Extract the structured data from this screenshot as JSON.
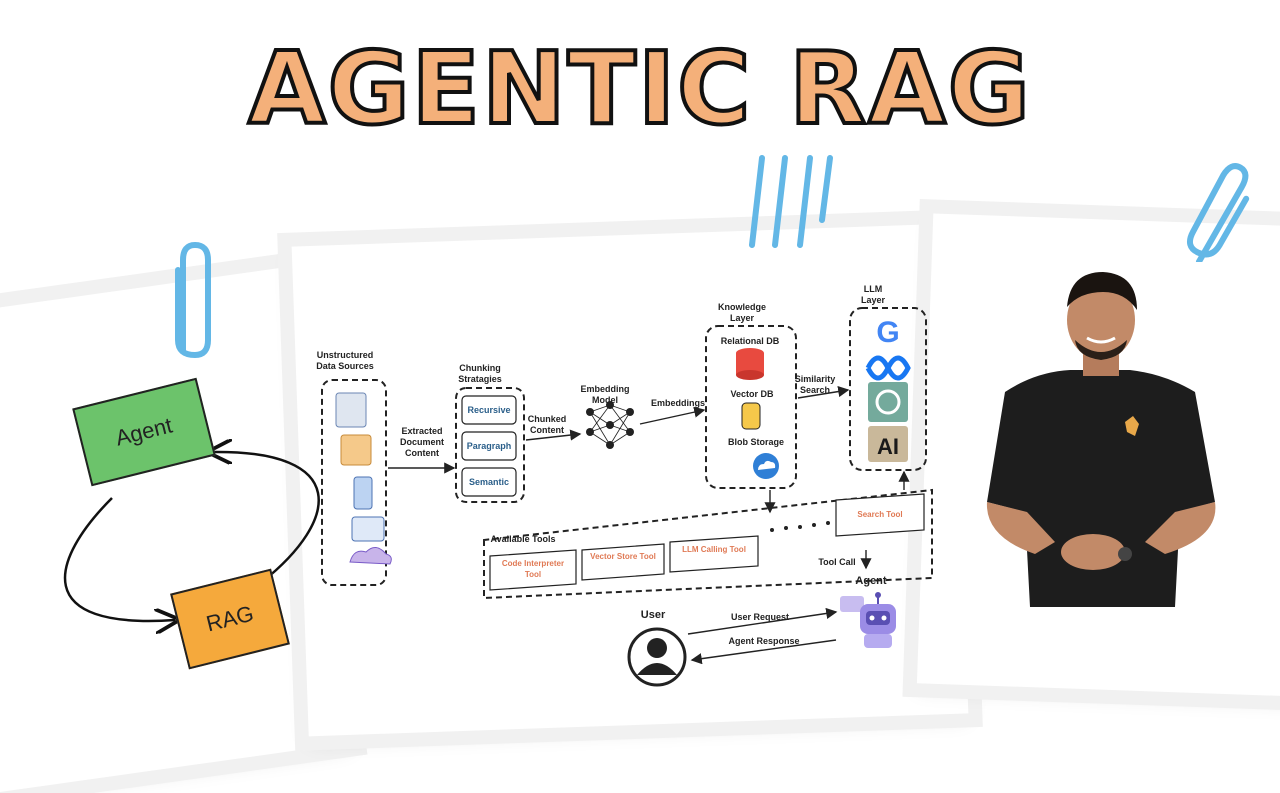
{
  "title": "AGENTIC RAG",
  "loop_diagram": {
    "agent_label": "Agent",
    "rag_label": "RAG",
    "agent_color": "#6cc36b",
    "rag_color": "#f5a93c"
  },
  "pipeline": {
    "unstructured": "Unstructured\nData Sources",
    "extracted": "Extracted\nDocument\nContent",
    "chunking_title": "Chunking\nStratagies",
    "chunking_items": [
      "Recursive",
      "Paragraph",
      "Semantic"
    ],
    "chunked": "Chunked\nContent",
    "embedding_model": "Embedding\nModel",
    "embeddings": "Embeddings",
    "knowledge_title": "Knowledge\nLayer",
    "relational_db": "Relational DB",
    "vector_db": "Vector DB",
    "blob_storage": "Blob Storage",
    "similarity": "Similarity\nSearch",
    "llm_title": "LLM\nLayer",
    "llm_icons": [
      "google-icon",
      "meta-icon",
      "openai-icon",
      "anthropic-icon"
    ],
    "available_tools": "Available Tools",
    "tools": [
      "Code Interpreter\nTool",
      "Vector Store Tool",
      "LLM Calling Tool",
      "Search Tool"
    ],
    "tool_call": "Tool Call",
    "agent": "Agent",
    "user": "User",
    "user_request": "User Request",
    "agent_response": "Agent Response"
  },
  "colors": {
    "title_fill": "#f4b07a",
    "tool_text": "#e07a55",
    "chunk_text": "#2b5f8a",
    "clip": "#63b7e6"
  }
}
